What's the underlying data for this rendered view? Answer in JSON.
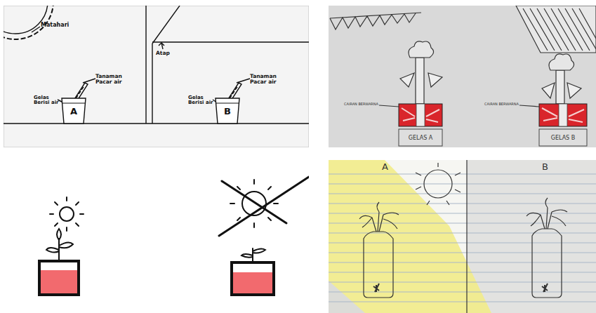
{
  "diagram": {
    "nodes": [
      {
        "text": [
          "A"
        ]
      },
      {
        "text": [
          "B"
        ]
      },
      {
        "text": [
          "GELAS A"
        ]
      },
      {
        "text": [
          "GELAS B"
        ]
      }
    ],
    "labels": [
      "Matahari",
      "Tanaman Pacar air",
      "Gelas Berisi air",
      "Atap",
      "Tanaman Pacar air",
      "Gelas Berisi air",
      "CAIRAN BERWARNA",
      "CAIRAN BERWARNA",
      "A",
      "B"
    ]
  }
}
